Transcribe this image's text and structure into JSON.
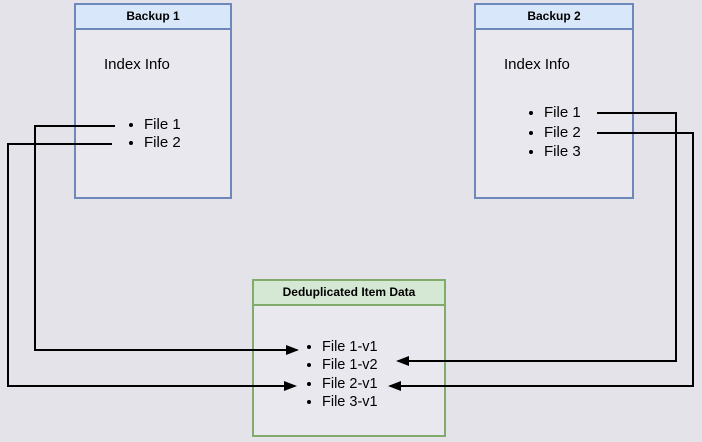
{
  "diagram": {
    "backup1": {
      "title": "Backup 1",
      "info_label": "Index Info",
      "files": [
        "File 1",
        "File 2"
      ]
    },
    "backup2": {
      "title": "Backup 2",
      "info_label": "Index Info",
      "files": [
        "File 1",
        "File 2",
        "File 3"
      ]
    },
    "dedup_store": {
      "title": "Deduplicated Item Data",
      "items": [
        "File 1-v1",
        "File 1-v2",
        "File 2-v1",
        "File 3-v1"
      ]
    },
    "connections": [
      {
        "from": "Backup 1 / File 1",
        "to": "File 1-v1"
      },
      {
        "from": "Backup 1 / File 2",
        "to": "File 2-v1"
      },
      {
        "from": "Backup 2 / File 1",
        "to": "File 1-v2"
      },
      {
        "from": "Backup 2 / File 2",
        "to": "File 2-v1"
      }
    ],
    "colors": {
      "page_background": "#e4e3ea",
      "node_fill": "#e9e8ef",
      "blue_header_fill": "#d9e7fb",
      "blue_border": "#6e88b9",
      "green_header_fill": "#d5e8d4",
      "green_border": "#80ab6a",
      "connector": "#000000"
    }
  }
}
